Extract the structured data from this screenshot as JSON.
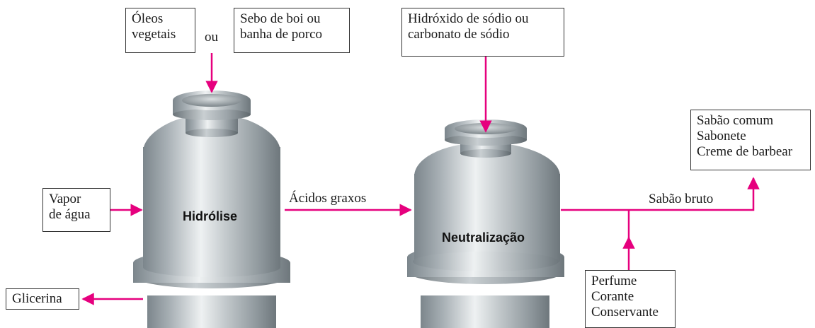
{
  "colors": {
    "arrow": "#e6007e",
    "box_border": "#333333",
    "tank_metal": "#9aa3a8"
  },
  "inputs": {
    "oils": "Óleos\nvegetais",
    "or": "ou",
    "tallow": "Sebo de boi ou\nbanha de porco",
    "base": "Hidróxido de sódio ou\ncarbonato de sódio",
    "steam": "Vapor\nde água",
    "additives": "Perfume\nCorante\nConservante"
  },
  "outputs": {
    "glycerin": "Glicerina",
    "products": "Sabão comum\nSabonete\nCreme de barbear"
  },
  "tanks": {
    "hydrolysis": "Hidrólise",
    "neutralization": "Neutralização"
  },
  "flows": {
    "fatty_acids": "Ácidos graxos",
    "crude_soap": "Sabão bruto"
  }
}
